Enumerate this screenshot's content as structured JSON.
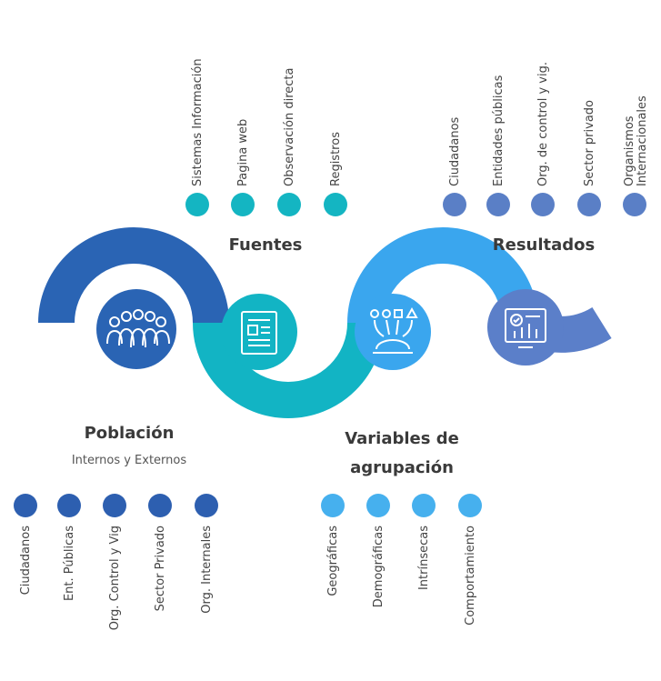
{
  "colors": {
    "dark_blue": "#2a64b4",
    "teal": "#12b4c4",
    "light_blue": "#3aa6ee",
    "slate_blue": "#5b7fc9",
    "fuentes_dot": "#14b5c2",
    "resultados_dot": "#5a7fc6",
    "poblacion_dot": "#2d5fb0",
    "variables_dot": "#46b0ee"
  },
  "poblacion": {
    "title": "Población",
    "subtitle": "Internos y Externos",
    "icon": "people-group-icon",
    "items": [
      "Ciudadanos",
      "Ent. Públicas",
      "Org. Control y Vig",
      "Sector Privado",
      "Org. Internales"
    ]
  },
  "fuentes": {
    "title": "Fuentes",
    "icon": "document-icon",
    "items": [
      "Sistemas Información",
      "Pagina web",
      "Observación directa",
      "Registros"
    ]
  },
  "variables": {
    "title_line1": "Variables de",
    "title_line2": "agrupación",
    "icon": "shapes-gear-icon",
    "items": [
      "Geográficas",
      "Demográficas",
      "Intrínsecas",
      "Comportamiento"
    ]
  },
  "resultados": {
    "title": "Resultados",
    "icon": "analytics-screen-icon",
    "items": [
      "Ciudadanos",
      "Entidades públicas",
      "Org. de control y vig.",
      "Sector privado",
      "Organismos\nInternacionales"
    ]
  }
}
